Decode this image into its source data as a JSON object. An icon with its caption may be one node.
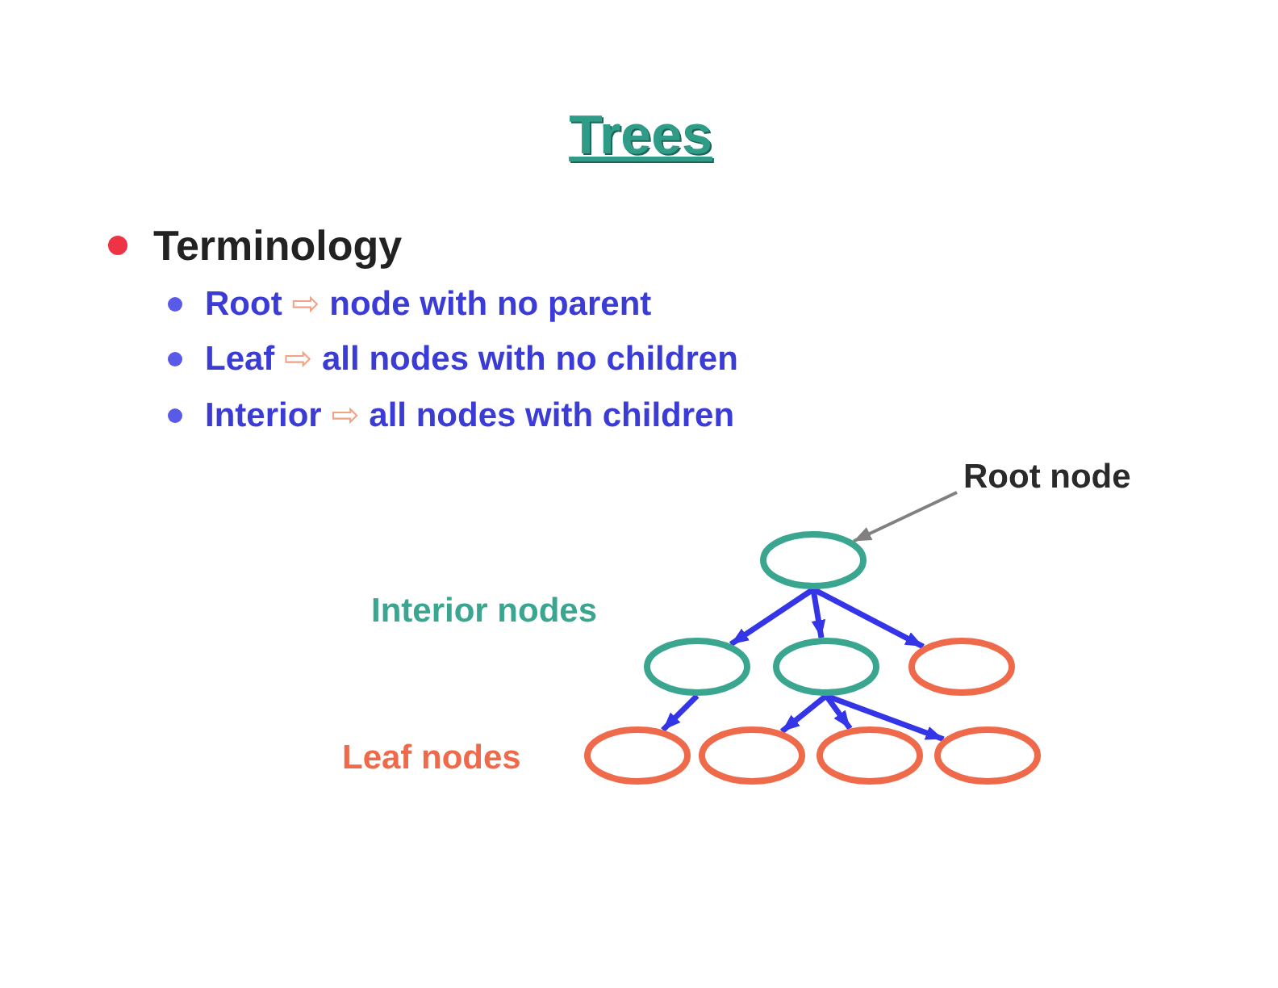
{
  "diagram": {
    "title": "Trees",
    "nodes": [
      {
        "text": [
          "Root node"
        ]
      },
      {
        "text": [],
        "shape": "ellipse"
      },
      {
        "text": [],
        "shape": "ellipse"
      },
      {
        "text": [],
        "shape": "ellipse"
      },
      {
        "text": [],
        "shape": "ellipse"
      },
      {
        "text": [],
        "shape": "ellipse"
      },
      {
        "text": [],
        "shape": "ellipse"
      },
      {
        "text": [],
        "shape": "ellipse"
      },
      {
        "text": [],
        "shape": "ellipse"
      }
    ],
    "edges": [
      {
        "from": 0,
        "to": 1,
        "arrow": "to",
        "color": "#808080"
      },
      {
        "from": 1,
        "to": 2,
        "arrow": "to"
      },
      {
        "from": 1,
        "to": 3,
        "arrow": "to"
      },
      {
        "from": 1,
        "to": 4,
        "arrow": "to"
      },
      {
        "from": 2,
        "to": 5,
        "arrow": "to"
      },
      {
        "from": 3,
        "to": 6,
        "arrow": "to"
      },
      {
        "from": 3,
        "to": 7,
        "arrow": "to"
      },
      {
        "from": 3,
        "to": 8,
        "arrow": "to"
      }
    ],
    "labels": [
      "Terminology",
      "Root ⇨ node with no parent",
      "Leaf ⇨ all nodes with no children",
      "Interior ⇨ all nodes with children",
      "Interior nodes",
      "Leaf nodes"
    ]
  }
}
